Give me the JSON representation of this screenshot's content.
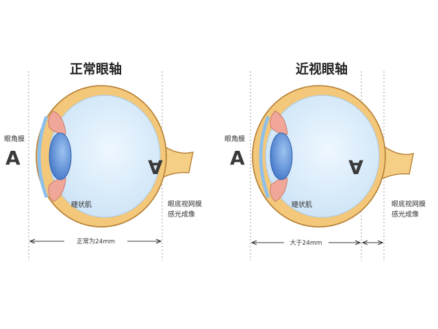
{
  "colors": {
    "sclera": "#f4c87a",
    "sclera_edge": "#b8843a",
    "vitreous": "#d8ebf9",
    "lens": "#5b8fd6",
    "ciliary": "#f0a79a",
    "nerve": "#f6cf86",
    "guide": "#9a9a9a",
    "text": "#333333"
  },
  "normal_panel": {
    "title": "正常眼轴",
    "cornea_label": "眼角膜",
    "object_letter": "A",
    "image_letter": "A",
    "ciliary_label": "睫状肌",
    "retina_label_1": "眼底视网膜",
    "retina_label_2": "感光成像",
    "axis_label": "正常为24mm"
  },
  "myopia_panel": {
    "title": "近视眼轴",
    "cornea_label": "眼角膜",
    "object_letter": "A",
    "image_letter": "A",
    "ciliary_label": "睫状肌",
    "retina_label_1": "眼底视网膜",
    "retina_label_2": "感光成像",
    "axis_label": "大于24mm"
  }
}
